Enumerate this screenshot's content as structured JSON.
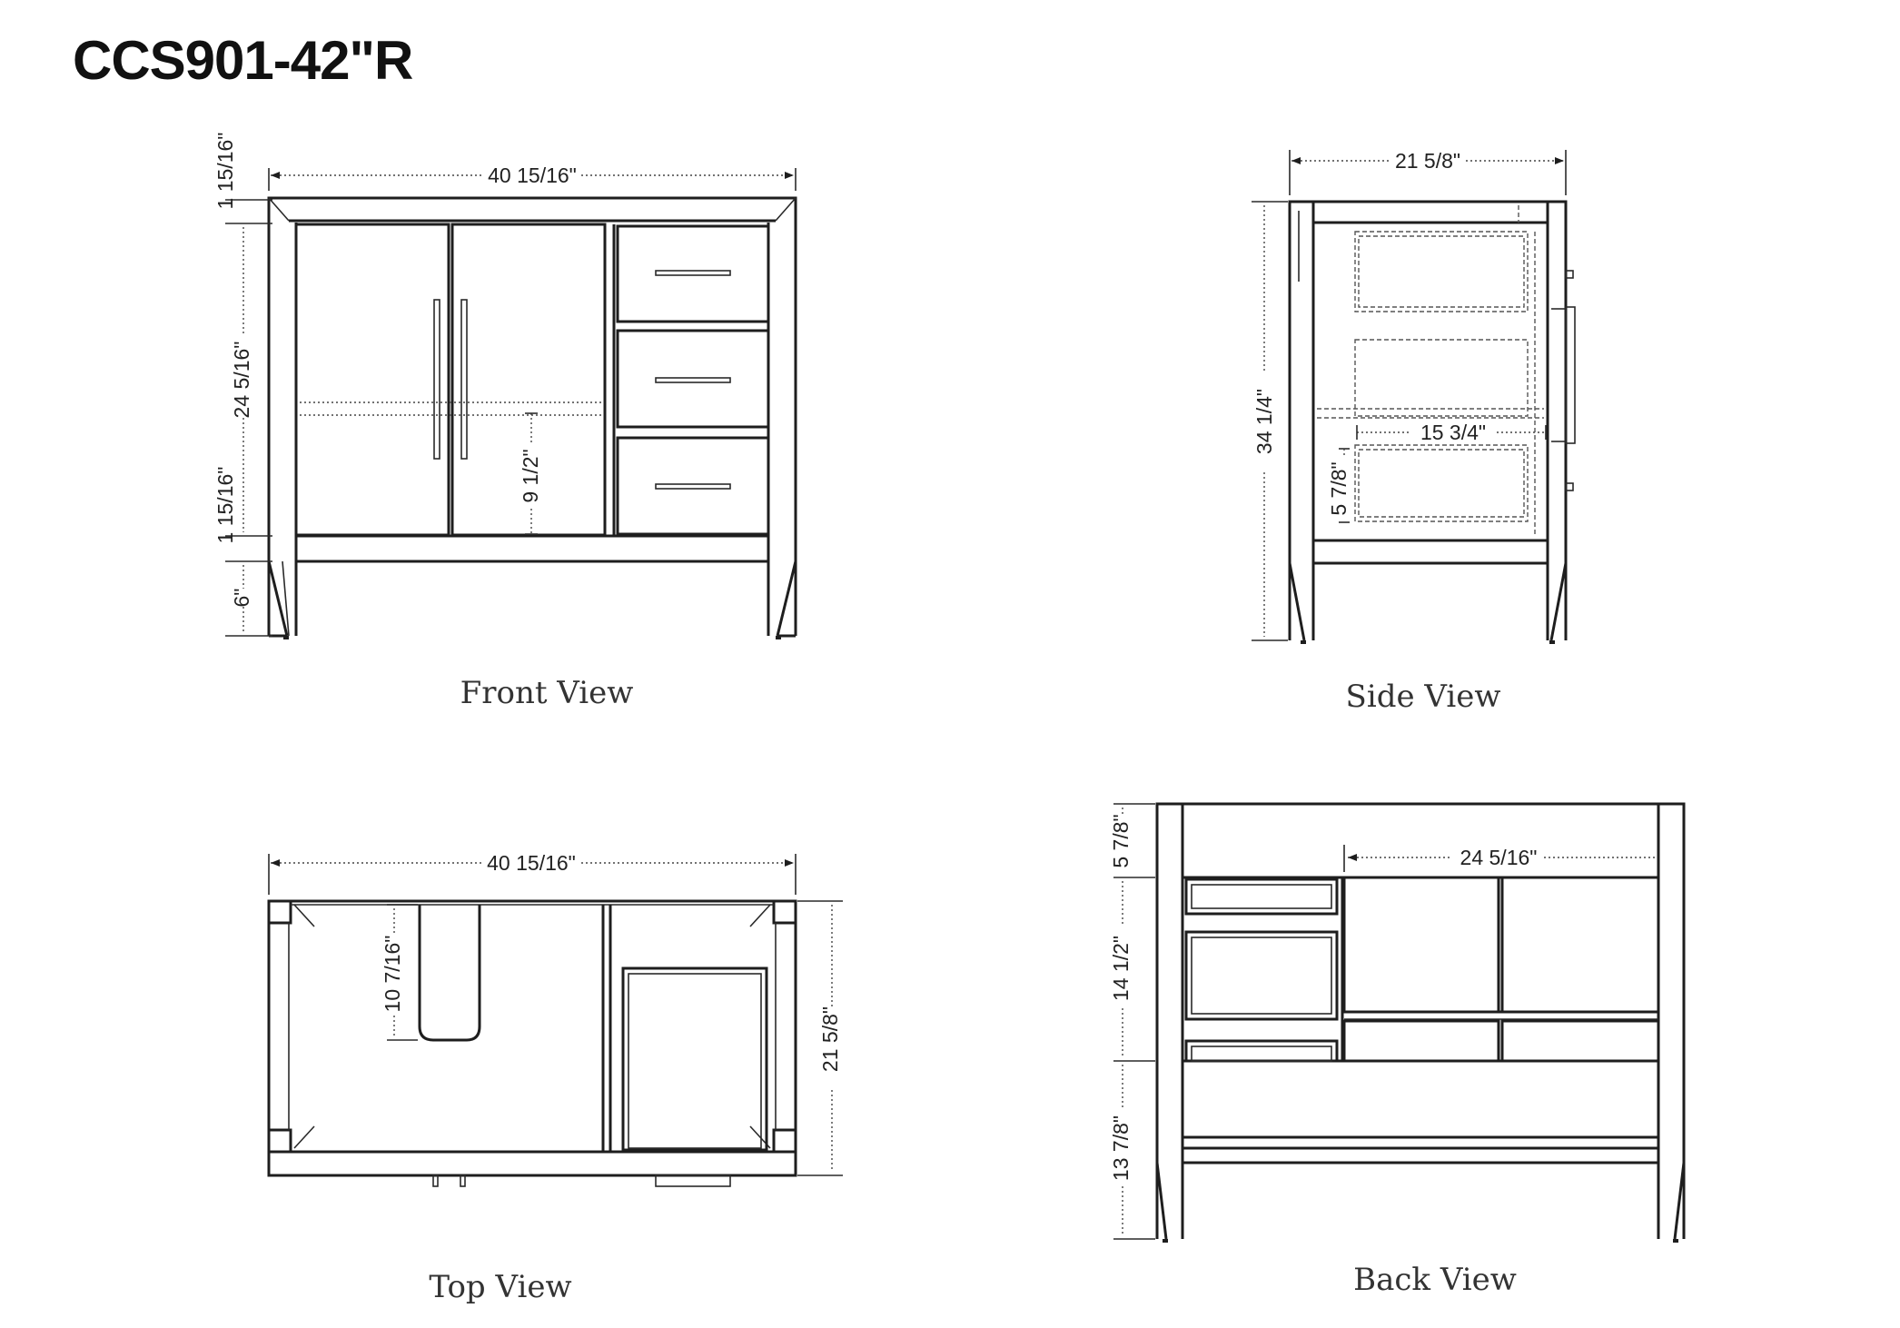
{
  "title": "CCS901-42\"R",
  "views": {
    "front": {
      "caption": "Front View",
      "dims": {
        "width": "40 15/16\"",
        "top_thickness": "1 15/16\"",
        "door_height": "24 5/16\"",
        "bottom_rail": "1 15/16\"",
        "legs": "6\"",
        "shelf": "9 1/2\""
      }
    },
    "side": {
      "caption": "Side View",
      "dims": {
        "depth": "21 5/8\"",
        "height": "34 1/4\"",
        "inner_depth": "15 3/4\"",
        "shelf": "5 7/8\""
      }
    },
    "top": {
      "caption": "Top View",
      "dims": {
        "width": "40 15/16\"",
        "depth": "21 5/8\"",
        "cutout": "10 7/16\""
      }
    },
    "back": {
      "caption": "Back View",
      "dims": {
        "top": "5 7/8\"",
        "opening_width": "24 5/16\"",
        "middle": "14 1/2\"",
        "bottom": "13 7/8\""
      }
    }
  }
}
